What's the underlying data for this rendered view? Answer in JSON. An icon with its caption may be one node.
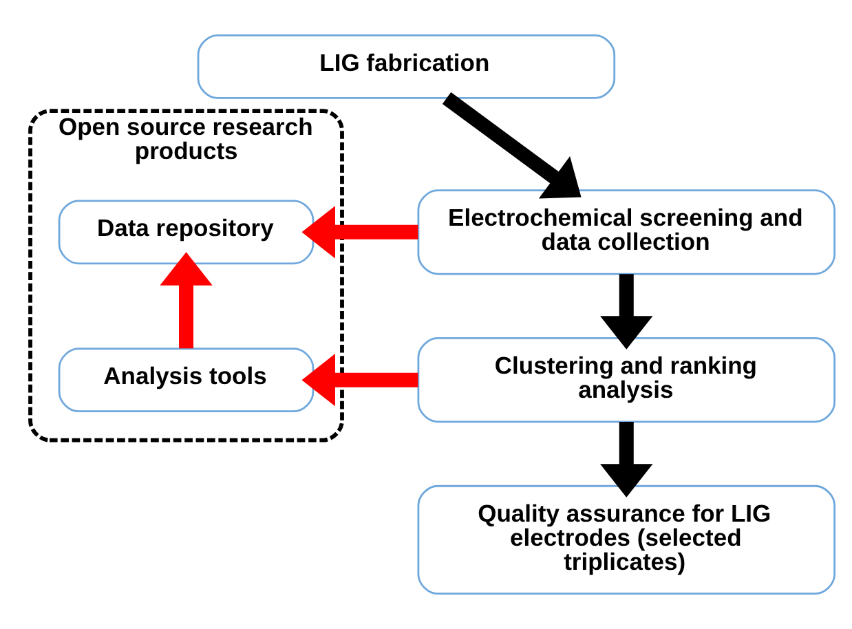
{
  "diagram": {
    "nodes": [
      {
        "text": [
          "LIG fabrication"
        ]
      },
      {
        "text": [
          "Electrochemical screening and data collection"
        ]
      },
      {
        "text": [
          "Clustering and ranking analysis"
        ]
      },
      {
        "text": [
          "Quality assurance for LIG electrodes (selected triplicates)"
        ]
      },
      {
        "text": [
          "Open source research products"
        ]
      },
      {
        "text": [
          "Data repository"
        ],
        "in": 4
      },
      {
        "text": [
          "Analysis tools"
        ],
        "in": 4
      }
    ],
    "edges": [
      {
        "from": 0,
        "to": 1,
        "arrow": "to"
      },
      {
        "from": 1,
        "to": 2,
        "arrow": "to"
      },
      {
        "from": 2,
        "to": 3,
        "arrow": "to"
      },
      {
        "from": 1,
        "to": 5,
        "arrow": "to",
        "color": "#ff0000"
      },
      {
        "from": 2,
        "to": 6,
        "arrow": "to",
        "color": "#ff0000"
      },
      {
        "from": 6,
        "to": 5,
        "arrow": "to",
        "color": "#ff0000"
      }
    ]
  }
}
